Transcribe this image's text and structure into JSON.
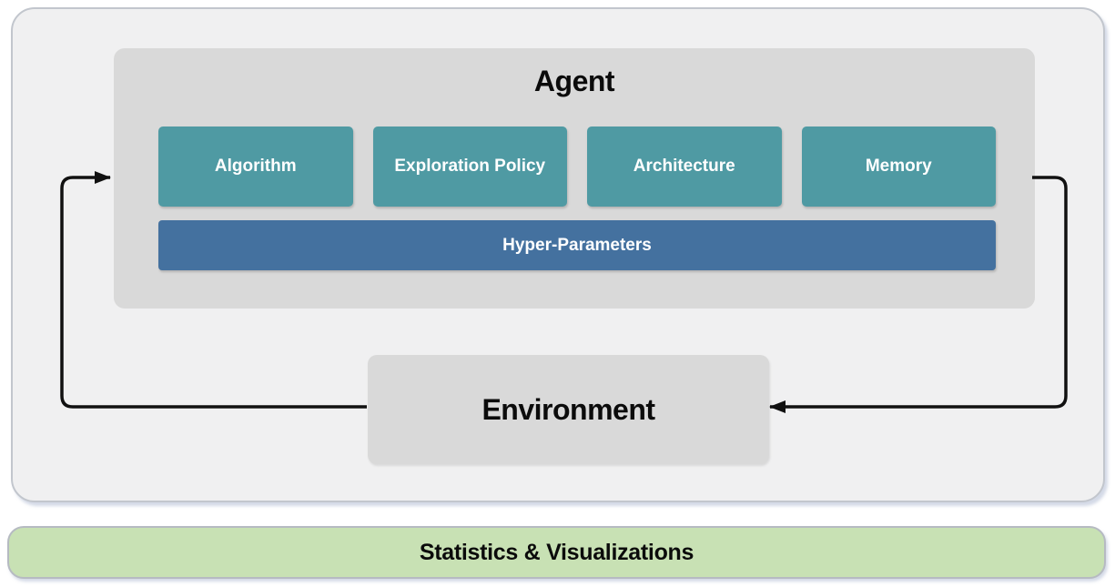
{
  "agent": {
    "title": "Agent",
    "modules": [
      {
        "label": "Algorithm"
      },
      {
        "label": "Exploration Policy"
      },
      {
        "label": "Architecture"
      },
      {
        "label": "Memory"
      }
    ],
    "hyper_parameters": "Hyper-Parameters"
  },
  "environment": {
    "title": "Environment"
  },
  "footer": {
    "label": "Statistics & Visualizations"
  },
  "arrows": [
    {
      "name": "environment-to-agent",
      "from": "Environment",
      "to": "Agent"
    },
    {
      "name": "agent-to-environment",
      "from": "Agent",
      "to": "Environment"
    }
  ],
  "colors": {
    "module_fill": "#4f9aa3",
    "hyper_parameters_fill": "#44719f",
    "panel_fill": "#d9d9d9",
    "loop_panel_fill": "#f0f0f1",
    "footer_fill": "#c8e1b4",
    "border_gray": "#c2c6cd",
    "arrow": "#111111"
  }
}
